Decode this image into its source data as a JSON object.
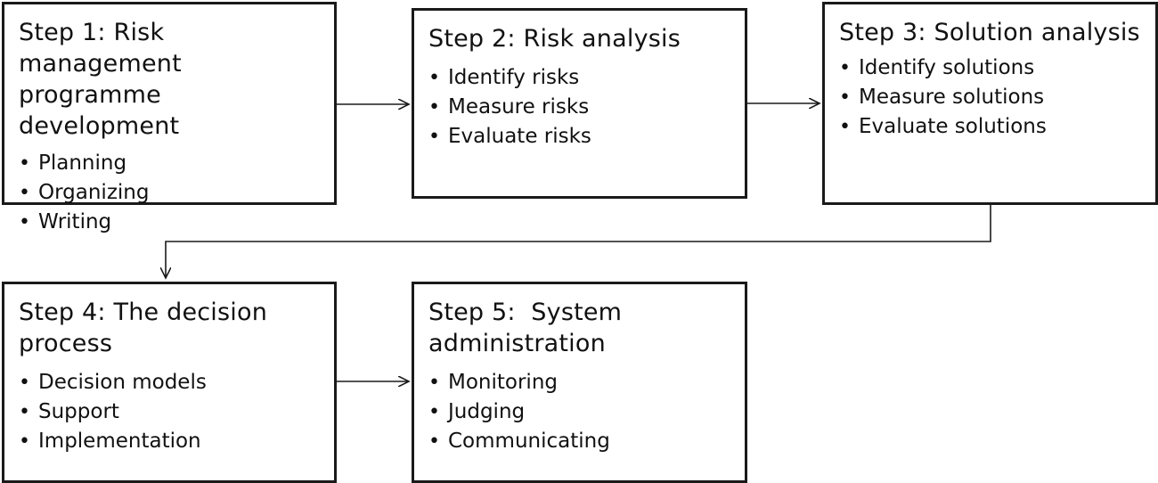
{
  "steps": [
    {
      "title": "Step 1: Risk management programme development",
      "items": [
        "Planning",
        "Organizing",
        "Writing"
      ]
    },
    {
      "title": "Step 2: Risk analysis",
      "items": [
        "Identify risks",
        "Measure risks",
        "Evaluate risks"
      ]
    },
    {
      "title": "Step 3: Solution analysis",
      "items": [
        "Identify solutions",
        "Measure solutions",
        "Evaluate solutions"
      ]
    },
    {
      "title": "Step 4: The decision process",
      "items": [
        "Decision models",
        "Support",
        "Implementation"
      ]
    },
    {
      "title": "Step 5:  System administration",
      "items": [
        "Monitoring",
        "Judging",
        "Communicating"
      ]
    }
  ],
  "bullet_glyph": "•",
  "colors": {
    "border": "#1a1a1a",
    "connector": "#1a1a1a",
    "text": "#111111",
    "background": "#ffffff"
  },
  "connectors": [
    {
      "from": "Step 1",
      "to": "Step 2"
    },
    {
      "from": "Step 2",
      "to": "Step 3"
    },
    {
      "from": "Step 3",
      "to": "Step 4"
    },
    {
      "from": "Step 4",
      "to": "Step 5"
    }
  ]
}
